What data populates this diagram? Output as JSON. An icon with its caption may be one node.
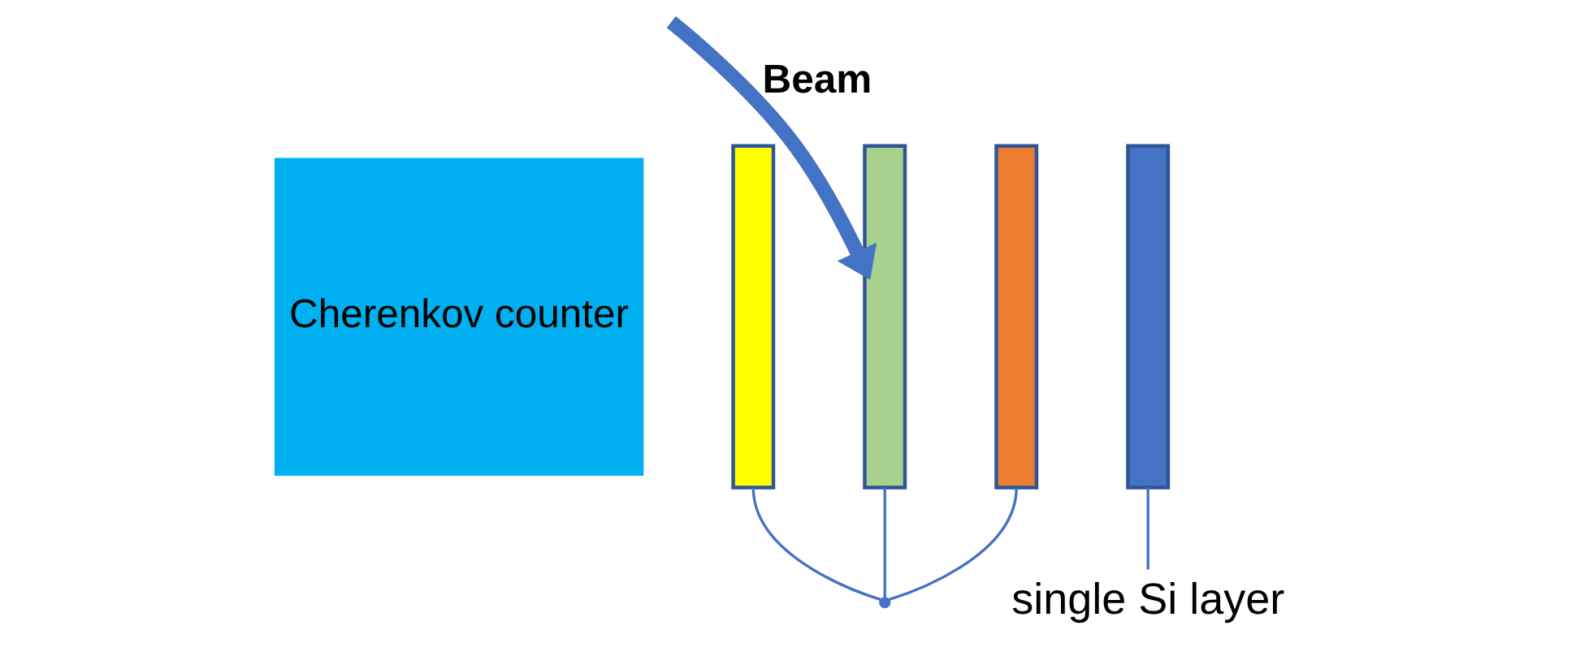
{
  "diagram": {
    "nodes": [
      {
        "text": [
          "Cherenkov counter"
        ]
      },
      {
        "text": [],
        "shape": "bar"
      },
      {
        "text": [],
        "shape": "bar"
      },
      {
        "text": [],
        "shape": "bar"
      },
      {
        "text": [],
        "shape": "bar"
      },
      {
        "text": [],
        "shape": "point"
      },
      {
        "text": [
          "single Si layer"
        ]
      }
    ],
    "edges": [
      {
        "from": null,
        "to": 2,
        "label": "Beam",
        "arrow": "to",
        "style": "thick"
      },
      {
        "from": 1,
        "to": 5,
        "arrow": "none"
      },
      {
        "from": 2,
        "to": 5,
        "arrow": "none"
      },
      {
        "from": 3,
        "to": 5,
        "arrow": "none"
      },
      {
        "from": 4,
        "to": 6,
        "arrow": "none"
      }
    ]
  }
}
